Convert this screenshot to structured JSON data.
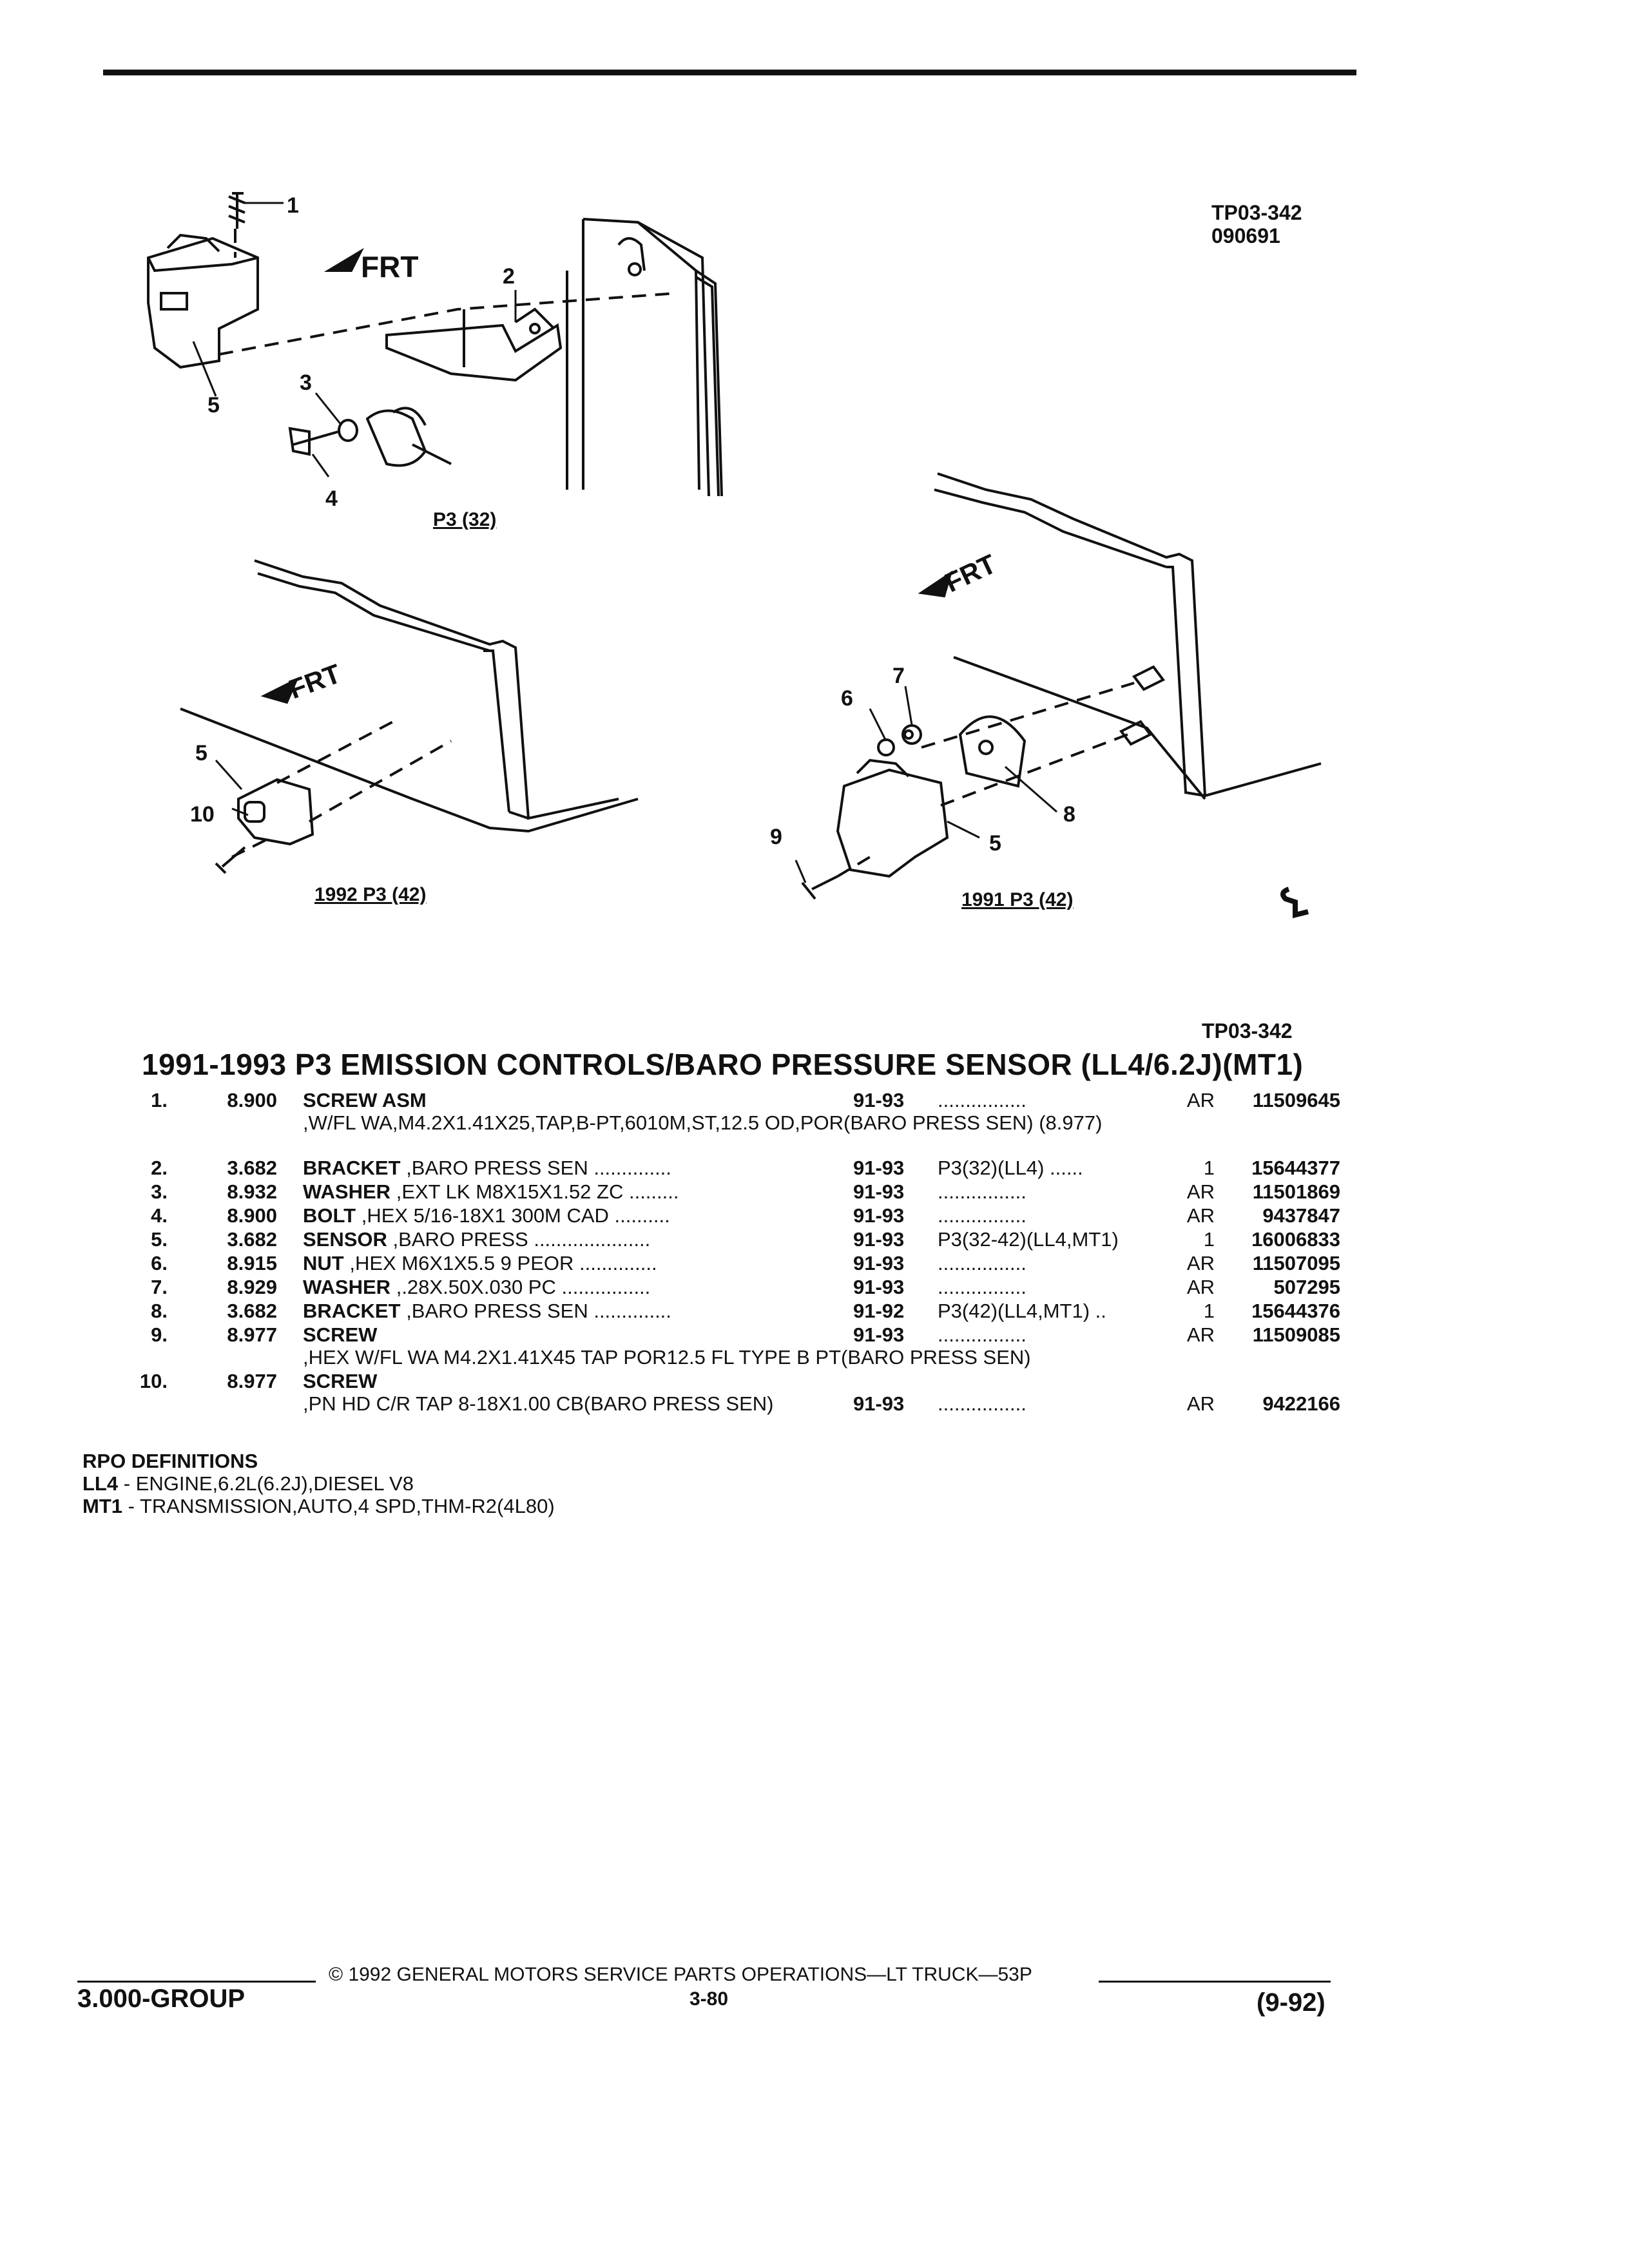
{
  "header": {
    "illustration_id": "TP03-342",
    "illustration_date": "090691"
  },
  "diagram": {
    "front_label": "FRT",
    "callouts": [
      "1",
      "2",
      "3",
      "4",
      "5",
      "5",
      "10",
      "6",
      "7",
      "8",
      "9",
      "5"
    ],
    "captions": [
      "P3 (32)",
      "1992 P3 (42)",
      "1991 P3 (42)"
    ]
  },
  "illustration_ref": "TP03-342",
  "section_title": "1991-1993 P3 EMISSION CONTROLS/BARO PRESSURE SENSOR (LL4/6.2J)(MT1)",
  "parts": [
    {
      "item": "1.",
      "group": "8.900",
      "name": "SCREW ASM",
      "desc": ",W/FL WA,M4.2X1.41X25,TAP,B-PT,6010M,ST,12.5 OD,POR(BARO PRESS SEN) (8.977)",
      "years": "91-93",
      "usage": "................",
      "qty": "AR",
      "part": "11509645"
    },
    {
      "item": "2.",
      "group": "3.682",
      "name": "BRACKET",
      "desc": ",BARO PRESS SEN ..............",
      "years": "91-93",
      "usage": "P3(32)(LL4) ......",
      "qty": "1",
      "part": "15644377"
    },
    {
      "item": "3.",
      "group": "8.932",
      "name": "WASHER",
      "desc": ",EXT LK M8X15X1.52 ZC .........",
      "years": "91-93",
      "usage": "................",
      "qty": "AR",
      "part": "11501869"
    },
    {
      "item": "4.",
      "group": "8.900",
      "name": "BOLT",
      "desc": ",HEX 5/16-18X1 300M CAD ..........",
      "years": "91-93",
      "usage": "................",
      "qty": "AR",
      "part": "9437847"
    },
    {
      "item": "5.",
      "group": "3.682",
      "name": "SENSOR",
      "desc": ",BARO PRESS .....................",
      "years": "91-93",
      "usage": "P3(32-42)(LL4,MT1)",
      "qty": "1",
      "part": "16006833"
    },
    {
      "item": "6.",
      "group": "8.915",
      "name": "NUT",
      "desc": ",HEX M6X1X5.5 9 PEOR ..............",
      "years": "91-93",
      "usage": "................",
      "qty": "AR",
      "part": "11507095"
    },
    {
      "item": "7.",
      "group": "8.929",
      "name": "WASHER",
      "desc": ",.28X.50X.030 PC ................",
      "years": "91-93",
      "usage": "................",
      "qty": "AR",
      "part": "507295"
    },
    {
      "item": "8.",
      "group": "3.682",
      "name": "BRACKET",
      "desc": ",BARO PRESS SEN ..............",
      "years": "91-92",
      "usage": "P3(42)(LL4,MT1) ..",
      "qty": "1",
      "part": "15644376"
    },
    {
      "item": "9.",
      "group": "8.977",
      "name": "SCREW",
      "desc": ",HEX W/FL WA M4.2X1.41X45 TAP POR12.5 FL TYPE B PT(BARO PRESS SEN)",
      "years": "91-93",
      "usage": "................",
      "qty": "AR",
      "part": "11509085"
    },
    {
      "item": "10.",
      "group": "8.977",
      "name": "SCREW",
      "desc": ",PN HD C/R TAP 8-18X1.00 CB(BARO PRESS SEN)",
      "years": "91-93",
      "usage": "................",
      "qty": "AR",
      "part": "9422166"
    }
  ],
  "rpo": {
    "heading": "RPO DEFINITIONS",
    "defs": [
      {
        "code": "LL4",
        "text": " - ENGINE,6.2L(6.2J),DIESEL V8"
      },
      {
        "code": "MT1",
        "text": " - TRANSMISSION,AUTO,4 SPD,THM-R2(4L80)"
      }
    ]
  },
  "footer": {
    "group": "3.000-GROUP",
    "copyright": "© 1992 GENERAL MOTORS SERVICE PARTS OPERATIONS—LT TRUCK—53P",
    "page": "3-80",
    "date": "(9-92)"
  }
}
